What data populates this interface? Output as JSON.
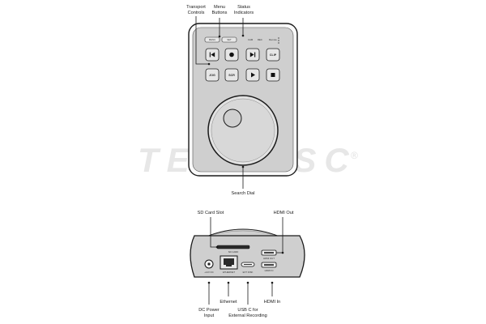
{
  "watermark": "TENDESC",
  "watermark_mark": "®",
  "callouts": {
    "transport": [
      "Transport",
      "Controls"
    ],
    "menu": [
      "Menu",
      "Buttons"
    ],
    "status": [
      "Status",
      "Indicators"
    ],
    "search": "Search Dial",
    "sdslot": "SD Card Slot",
    "hdmiout": "HDMI Out",
    "dcpower": [
      "DC Power",
      "Input"
    ],
    "ethernet": "Ethernet",
    "usbc": [
      "USB C for",
      "External Recording"
    ],
    "hdmiin": "HDMI In"
  },
  "device": {
    "menu_buttons": [
      "MENU",
      "SET"
    ],
    "status_labels": [
      "CAM",
      "REC",
      "Remote"
    ],
    "button_row1": [
      {
        "icon": "skip-back-icon"
      },
      {
        "icon": "record-icon"
      },
      {
        "icon": "skip-forward-icon"
      },
      {
        "text": "CLIP"
      }
    ],
    "button_row2": [
      {
        "text": "JOG"
      },
      {
        "text": "SCR"
      },
      {
        "icon": "play-icon"
      },
      {
        "icon": "stop-icon"
      }
    ]
  },
  "rear_panel": {
    "sd_label": "SD CARD",
    "hdmi_out_label": "HDMI OUT",
    "hdmi_in_label": "HDMI IN",
    "ports": [
      "+12V DC",
      "ETHERNET",
      "EXT DISK"
    ]
  }
}
